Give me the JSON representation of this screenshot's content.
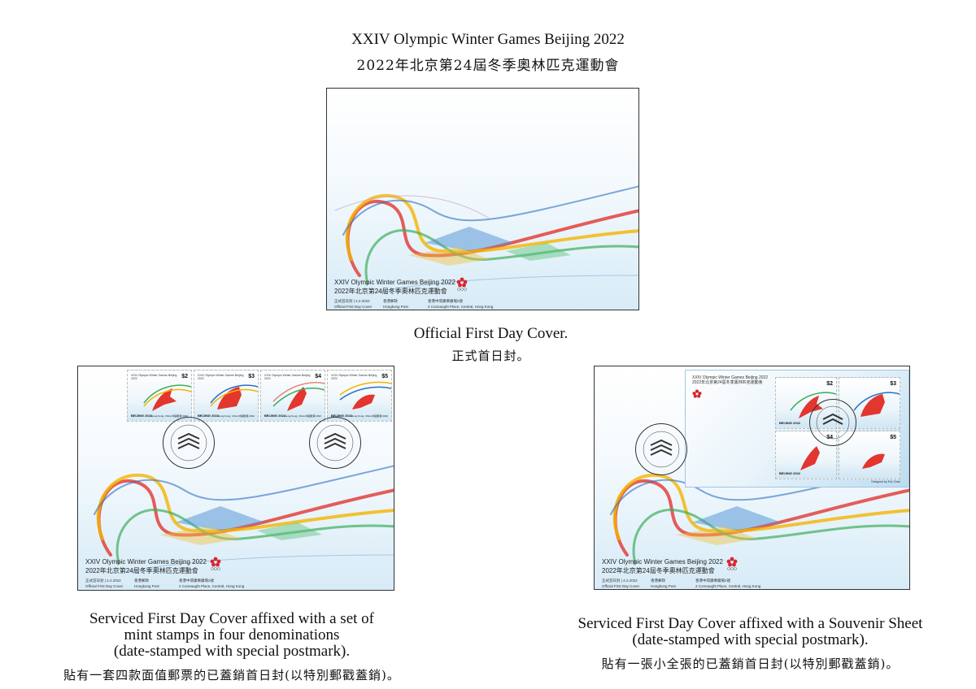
{
  "page": {
    "title_en": "XXIV Olympic Winter Games Beijing 2022",
    "title_zh": "2022年北京第24屆冬季奧林匹克運動會"
  },
  "cover_text": {
    "line1": "XXIV Olympic Winter Games Beijing 2022",
    "line2": "2022年北京第24屆冬季奧林匹克運動會",
    "fdc_zh": "正式首日封 | 4.2.2022",
    "fdc_en": "Official First Day Cover",
    "post_zh": "香港郵政",
    "post_en": "Hongkong Post",
    "addr_zh": "香港中環康樂廣場2號",
    "addr_en": "2 Connaught Place, Central, Hong Kong"
  },
  "stamp_text": {
    "title": "XXIV Olympic Winter Games Beijing 2022",
    "beijing": "BEIJING 2022",
    "country": "Hong Kong, China 中國香港 2022"
  },
  "stamps": [
    {
      "value": "$2"
    },
    {
      "value": "$3"
    },
    {
      "value": "$4"
    },
    {
      "value": "$5"
    }
  ],
  "sheet_text": {
    "title": "XXIV Olympic Winter Games Beijing 2022",
    "title_zh": "2022年北京第24屆冬季奧林匹克運動會",
    "footer": "Designed by Eric Chan"
  },
  "captions": {
    "official_en": "Official First Day Cover.",
    "official_zh": "正式首日封。",
    "set_en_1": "Serviced First Day Cover affixed with a set of",
    "set_en_2": "mint stamps in four denominations",
    "set_en_3": "(date-stamped with special postmark).",
    "set_zh": "貼有一套四款面值郵票的已蓋銷首日封(以特別郵戳蓋銷)。",
    "sheet_en_1": "Serviced First Day Cover affixed with a Souvenir Sheet",
    "sheet_en_2": "(date-stamped with special postmark).",
    "sheet_zh": "貼有一張小全張的已蓋銷首日封(以特別郵戳蓋銷)。"
  },
  "colors": {
    "ribbon_red": "#e2362f",
    "ribbon_yellow": "#f4b400",
    "ribbon_green": "#3dae5a",
    "ribbon_blue": "#2d6fc3",
    "emblem_red": "#d7262e"
  }
}
